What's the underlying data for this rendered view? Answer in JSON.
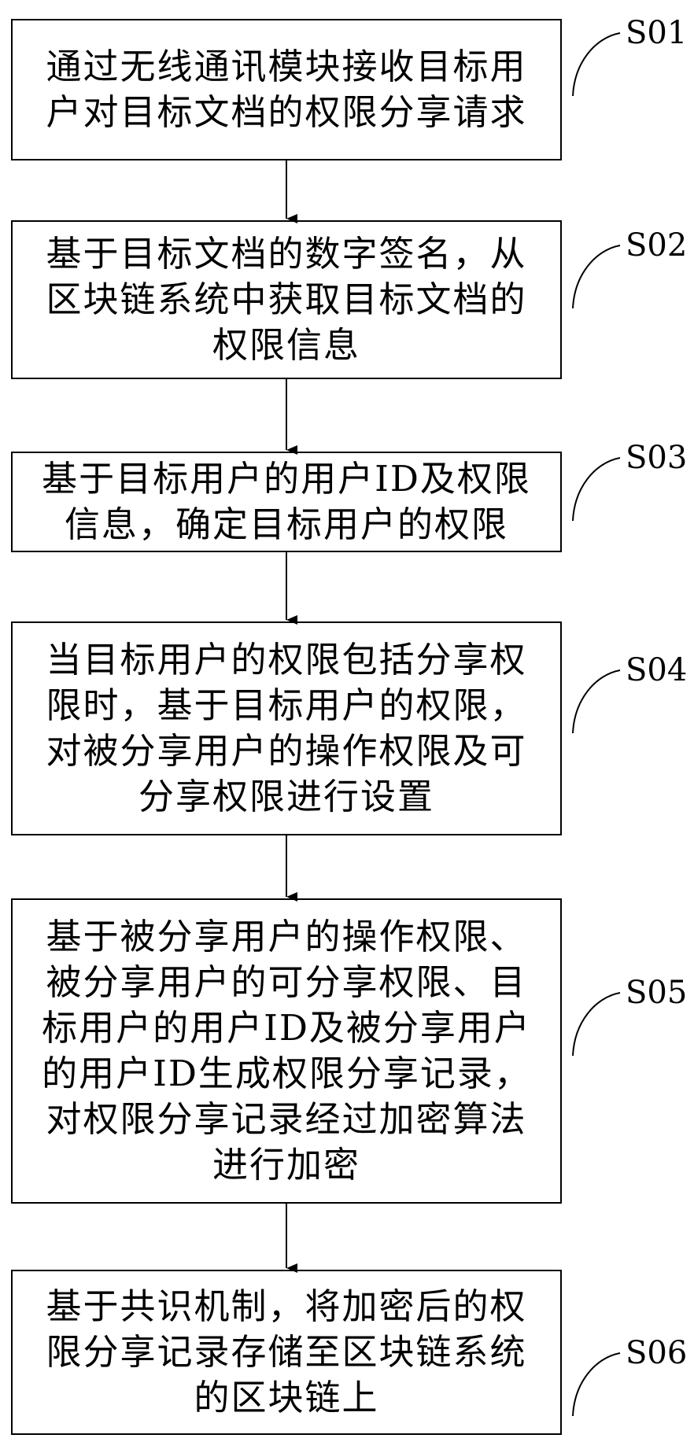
{
  "steps": [
    {
      "label": "S01",
      "text": "通过无线通讯模块接收目标用户对目标文档的权限分享请求"
    },
    {
      "label": "S02",
      "text": "基于目标文档的数字签名，从区块链系统中获取目标文档的权限信息"
    },
    {
      "label": "S03",
      "text": "基于目标用户的用户ID及权限信息，确定目标用户的权限"
    },
    {
      "label": "S04",
      "text": "当目标用户的权限包括分享权限时，基于目标用户的权限，对被分享用户的操作权限及可分享权限进行设置"
    },
    {
      "label": "S05",
      "text": "基于被分享用户的操作权限、被分享用户的可分享权限、目标用户的用户ID及被分享用户的用户ID生成权限分享记录，对权限分享记录经过加密算法进行加密"
    },
    {
      "label": "S06",
      "text": "基于共识机制，将加密后的权限分享记录存储至区块链系统的区块链上"
    }
  ]
}
